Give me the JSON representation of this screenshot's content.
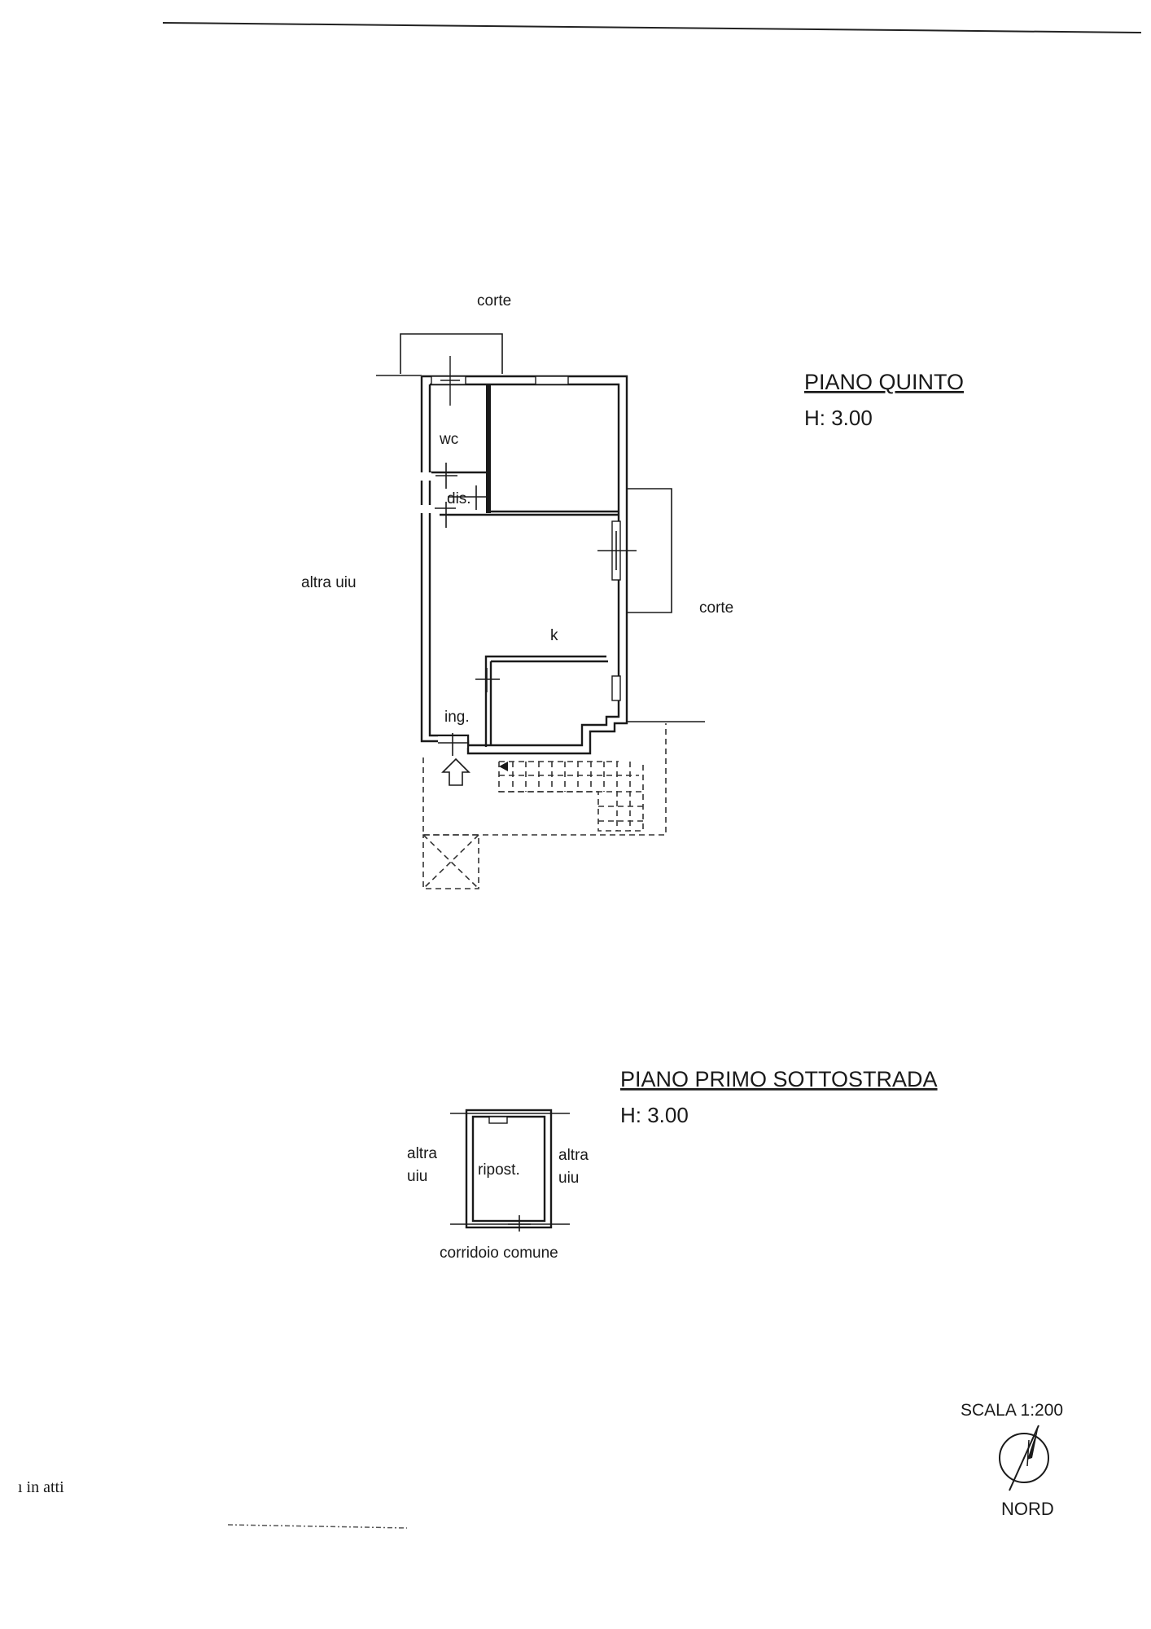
{
  "labels": {
    "corte_top": "corte",
    "corte_right": "corte",
    "altra_uiu_left": "altra uiu",
    "wc": "wc",
    "dis": "dis.",
    "k": "k",
    "ing": "ing.",
    "floor_upper_title": "PIANO QUINTO",
    "floor_upper_height": "H: 3.00",
    "floor_lower_title": "PIANO PRIMO SOTTOSTRADA",
    "floor_lower_height": "H: 3.00",
    "altra_left_1": "altra",
    "altra_left_2": "uiu",
    "altra_right_1": "altra",
    "altra_right_2": "uiu",
    "ripost": "ripost.",
    "corridoio": "corridoio comune",
    "scala": "SCALA 1:200",
    "nord": "NORD",
    "margin_note": "ı in atti"
  }
}
